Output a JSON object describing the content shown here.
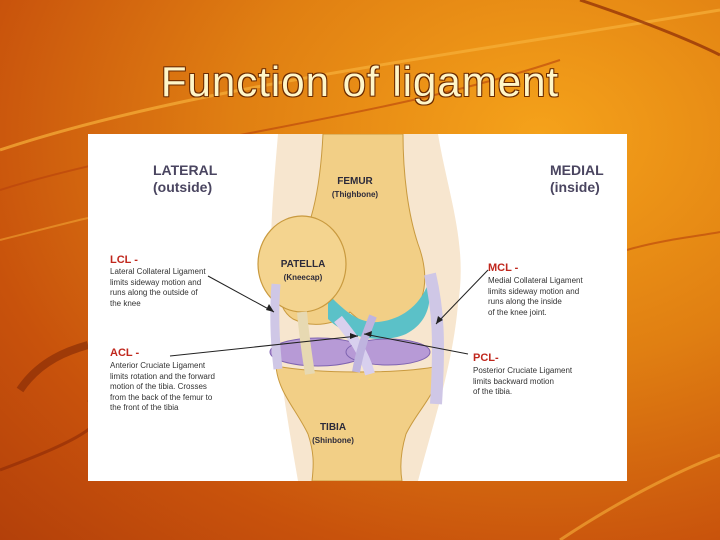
{
  "slide": {
    "title": "Function of ligament"
  },
  "colors": {
    "background": "#e07f12",
    "title_text": "#fff6c8",
    "ligament_label": "#c0271d",
    "side_label": "#4a4560",
    "bone": "#f2cf86",
    "cartilage": "#5bc1c8",
    "ligament": "#cfc7e6",
    "meniscus": "#b79ad6"
  },
  "diagram": {
    "lateral": {
      "title": "LATERAL",
      "sub": "(outside)"
    },
    "medial": {
      "title": "MEDIAL",
      "sub": "(inside)"
    },
    "femur": {
      "title": "FEMUR",
      "sub": "(Thighbone)"
    },
    "patella": {
      "title": "PATELLA",
      "sub": "(Kneecap)"
    },
    "tibia": {
      "title": "TIBIA",
      "sub": "(Shinbone)"
    },
    "lcl": {
      "title": "LCL -",
      "desc": "Lateral Collateral Ligament\nlimits sideway motion and\nruns along the outside of\nthe knee"
    },
    "acl": {
      "title": "ACL -",
      "desc": "Anterior Cruciate Ligament\nlimits rotation and the forward\nmotion of the tibia. Crosses\nfrom the back of the femur to\nthe front of the tibia"
    },
    "mcl": {
      "title": "MCL -",
      "desc": "Medial Collateral Ligament\nlimits sideway motion and\nruns along the inside\nof the knee joint."
    },
    "pcl": {
      "title": "PCL-",
      "desc": "Posterior Cruciate Ligament\nlimits backward motion\nof the tibia."
    }
  }
}
